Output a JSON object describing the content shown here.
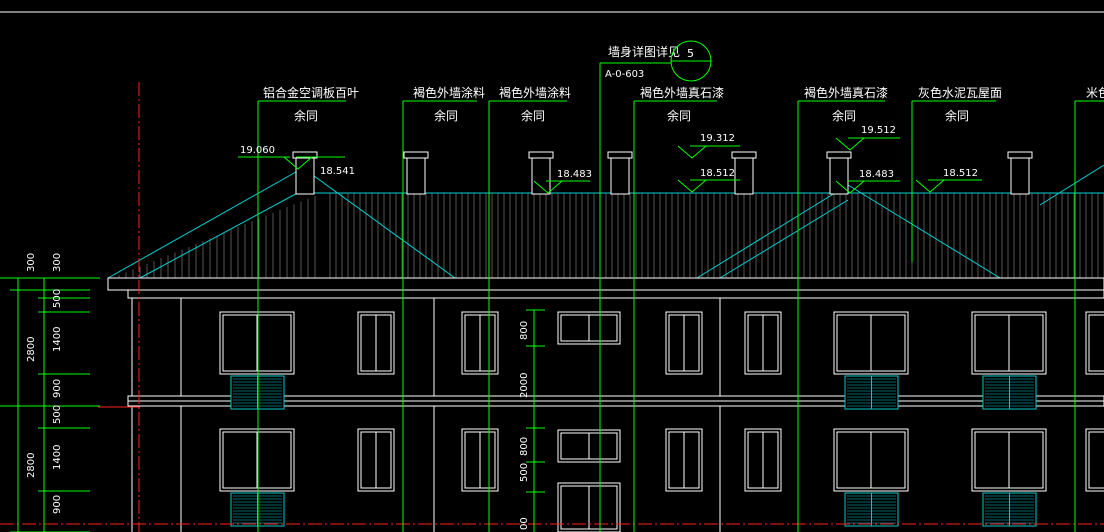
{
  "colors": {
    "background": "#000000",
    "wall": "#ffffff",
    "roof": "#00d0d0",
    "leader": "#00ff00",
    "axis": "#ff2020",
    "label": "#ffffff",
    "louver": "#00c8c8",
    "frame": "#ffffff"
  },
  "labels": [
    {
      "name": "label-aluminum-louver",
      "text": "铝合金空调板百叶",
      "sub": "余同"
    },
    {
      "name": "label-brown-paint-1",
      "text": "褐色外墙涂料",
      "sub": "余同"
    },
    {
      "name": "label-brown-paint-2",
      "text": "褐色外墙涂料",
      "sub": "余同"
    },
    {
      "name": "label-brown-stone-1",
      "text": "褐色外墙真石漆",
      "sub": "余同"
    },
    {
      "name": "label-brown-stone-2",
      "text": "褐色外墙真石漆",
      "sub": "余同"
    },
    {
      "name": "label-grey-tile-roof",
      "text": "灰色水泥瓦屋面",
      "sub": "余同"
    },
    {
      "name": "label-beige-cut",
      "text": "米色",
      "sub": ""
    }
  ],
  "detail_ref": {
    "text": "墙身详图详见",
    "number": "5",
    "sheet": "A-0-603"
  },
  "elevations": [
    "19.060",
    "18.541",
    "18.483",
    "19.312",
    "18.512",
    "19.512",
    "18.483",
    "18.512"
  ],
  "dims_left_outer": [
    "300",
    "2800",
    "2800"
  ],
  "dims_left_inner": [
    "300",
    "500",
    "1400",
    "900",
    "500",
    "1400",
    "900"
  ],
  "dims_center": [
    "800",
    "2000",
    "800",
    "500",
    "00"
  ]
}
